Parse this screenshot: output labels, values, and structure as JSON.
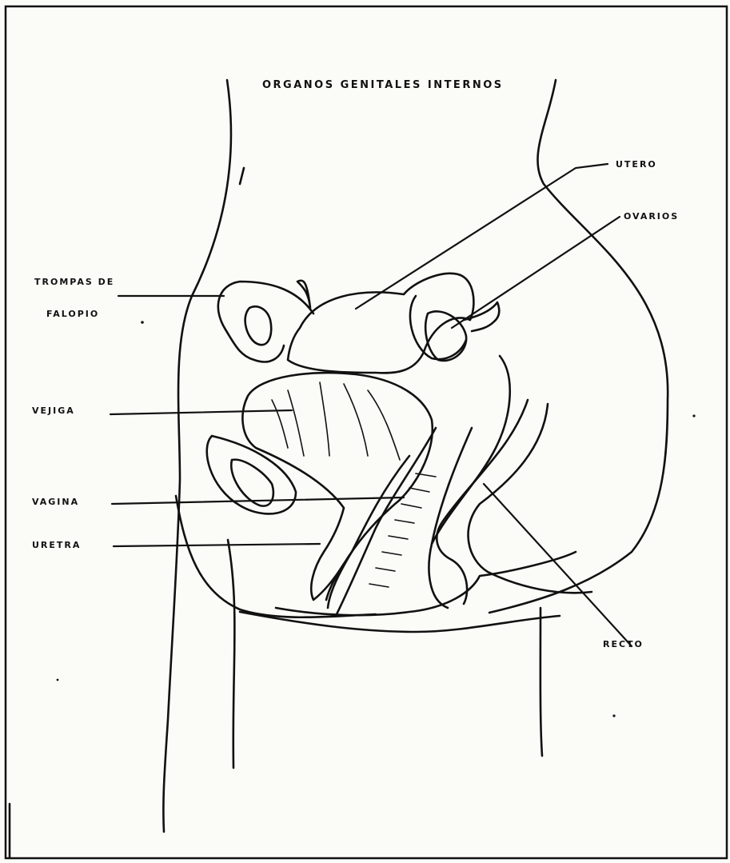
{
  "title": "ORGANOS GENITALES INTERNOS",
  "labels": {
    "utero": "UTERO",
    "ovarios": "OVARIOS",
    "trompas_line1": "TROMPAS DE",
    "trompas_line2": "FALOPIO",
    "vejiga": "VEJIGA",
    "vagina": "VAGINA",
    "uretra": "URETRA",
    "recto": "RECTO"
  },
  "colors": {
    "ink": "#111111",
    "paper": "#fbfbf8"
  }
}
